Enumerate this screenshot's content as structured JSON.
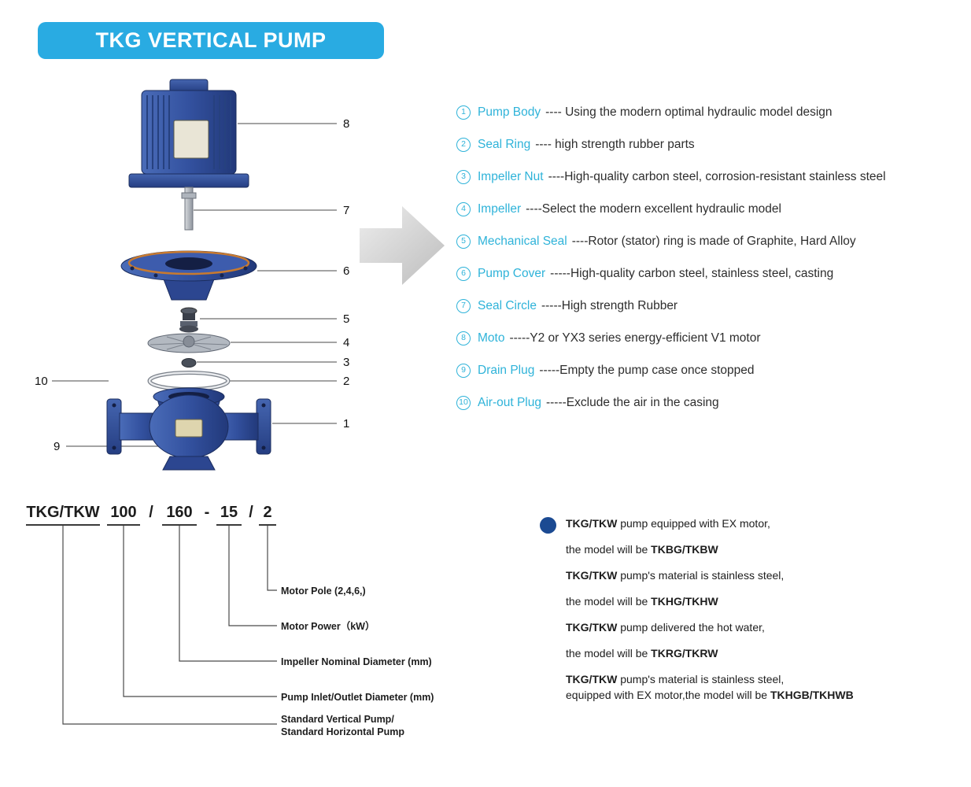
{
  "title": "TKG VERTICAL PUMP",
  "colors": {
    "accent": "#29abe2",
    "part_cyan": "#2fb3d9",
    "bullet_blue": "#1b4a92",
    "pump_blue": "#33519f"
  },
  "diagram": {
    "callouts": [
      "8",
      "7",
      "6",
      "5",
      "4",
      "3",
      "2",
      "1",
      "10",
      "9"
    ]
  },
  "parts": [
    {
      "num": "1",
      "name": "Pump Body",
      "desc": "---- Using the modern optimal hydraulic model design"
    },
    {
      "num": "2",
      "name": "Seal Ring",
      "desc": "---- high strength rubber parts"
    },
    {
      "num": "3",
      "name": "Impeller Nut",
      "desc": "----High-quality carbon steel, corrosion-resistant stainless steel"
    },
    {
      "num": "4",
      "name": "Impeller",
      "desc": "----Select the modern excellent hydraulic model"
    },
    {
      "num": "5",
      "name": "Mechanical Seal",
      "desc": "----Rotor (stator) ring is made of Graphite, Hard Alloy"
    },
    {
      "num": "6",
      "name": "Pump Cover",
      "desc": "-----High-quality carbon steel, stainless steel, casting"
    },
    {
      "num": "7",
      "name": "Seal Circle",
      "desc": "-----High strength Rubber"
    },
    {
      "num": "8",
      "name": "Moto",
      "desc": "-----Y2 or YX3 series energy-efficient V1 motor"
    },
    {
      "num": "9",
      "name": "Drain Plug",
      "desc": "-----Empty the pump case once stopped"
    },
    {
      "num": "10",
      "name": "Air-out Plug",
      "desc": "-----Exclude the air in the casing"
    }
  ],
  "model_code": {
    "series": "TKG/TKW",
    "seg_inlet": "100",
    "sep1": "/",
    "seg_impeller": "160",
    "sep2": "-",
    "seg_power": "15",
    "sep3": "/",
    "seg_pole": "2",
    "labels": {
      "pole": "Motor Pole (2,4,6,)",
      "power": "Motor Power（kW）",
      "impeller": "Impeller Nominal Diameter (mm)",
      "inlet": "Pump Inlet/Outlet Diameter (mm)",
      "series1": "Standard Vertical Pump/",
      "series2": "Standard Horizontal Pump"
    }
  },
  "notes": [
    {
      "l1b": "TKG/TKW",
      "l1": " pump equipped with EX motor,",
      "l2": "the model will be ",
      "l2b": "TKBG/TKBW"
    },
    {
      "l1b": "TKG/TKW",
      "l1": " pump's material is stainless steel,",
      "l2": "the model will be ",
      "l2b": "TKHG/TKHW"
    },
    {
      "l1b": "TKG/TKW",
      "l1": " pump delivered the hot water,",
      "l2": "the model will be ",
      "l2b": "TKRG/TKRW"
    },
    {
      "l1b": "TKG/TKW",
      "l1": " pump's material is stainless steel,",
      "l2": "equipped with EX motor,the model will be ",
      "l2b": "TKHGB/TKHWB"
    }
  ]
}
